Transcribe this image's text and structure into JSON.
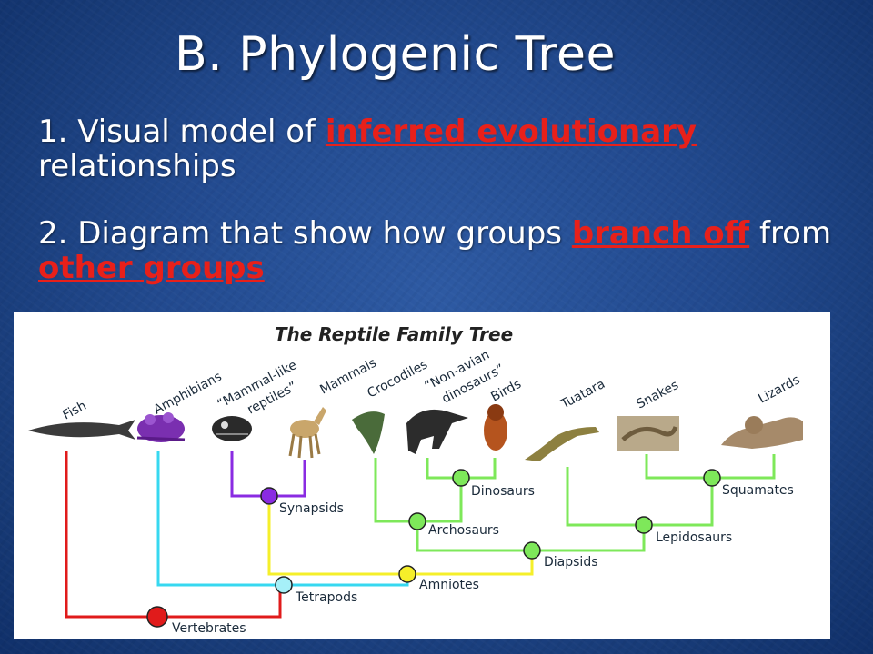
{
  "slide": {
    "title": "B. Phylogenic Tree",
    "bullet1": {
      "prefix": "1. Visual model of ",
      "highlight": "inferred evolutionary",
      "suffix": " relationships"
    },
    "bullet2": {
      "prefix": "2. Diagram that show how groups ",
      "highlight1": "branch off",
      "middle": " from ",
      "highlight2": "other groups"
    }
  },
  "diagram": {
    "title": "The Reptile Family Tree",
    "taxa": {
      "fish": "Fish",
      "amphibians": "Amphibians",
      "mammal_like_1": "“Mammal-like",
      "mammal_like_2": "reptiles”",
      "mammals": "Mammals",
      "crocodiles": "Crocodiles",
      "nonavian_1": "“Non-avian",
      "nonavian_2": "dinosaurs”",
      "birds": "Birds",
      "tuatara": "Tuatara",
      "snakes": "Snakes",
      "lizards": "Lizards"
    },
    "clades": {
      "vertebrates": "Vertebrates",
      "tetrapods": "Tetrapods",
      "amniotes": "Amniotes",
      "synapsids": "Synapsids",
      "diapsids": "Diapsids",
      "archosaurs": "Archosaurs",
      "dinosaurs": "Dinosaurs",
      "lepidosaurs": "Lepidosaurs",
      "squamates": "Squamates"
    },
    "colors": {
      "vertebrates": "#e01b1b",
      "tetrapods": "#37d8f0",
      "amniotes": "#f5ef2a",
      "synapsids": "#8a2be2",
      "reptiles": "#7ee85a",
      "text": "#1a2a3a"
    }
  }
}
